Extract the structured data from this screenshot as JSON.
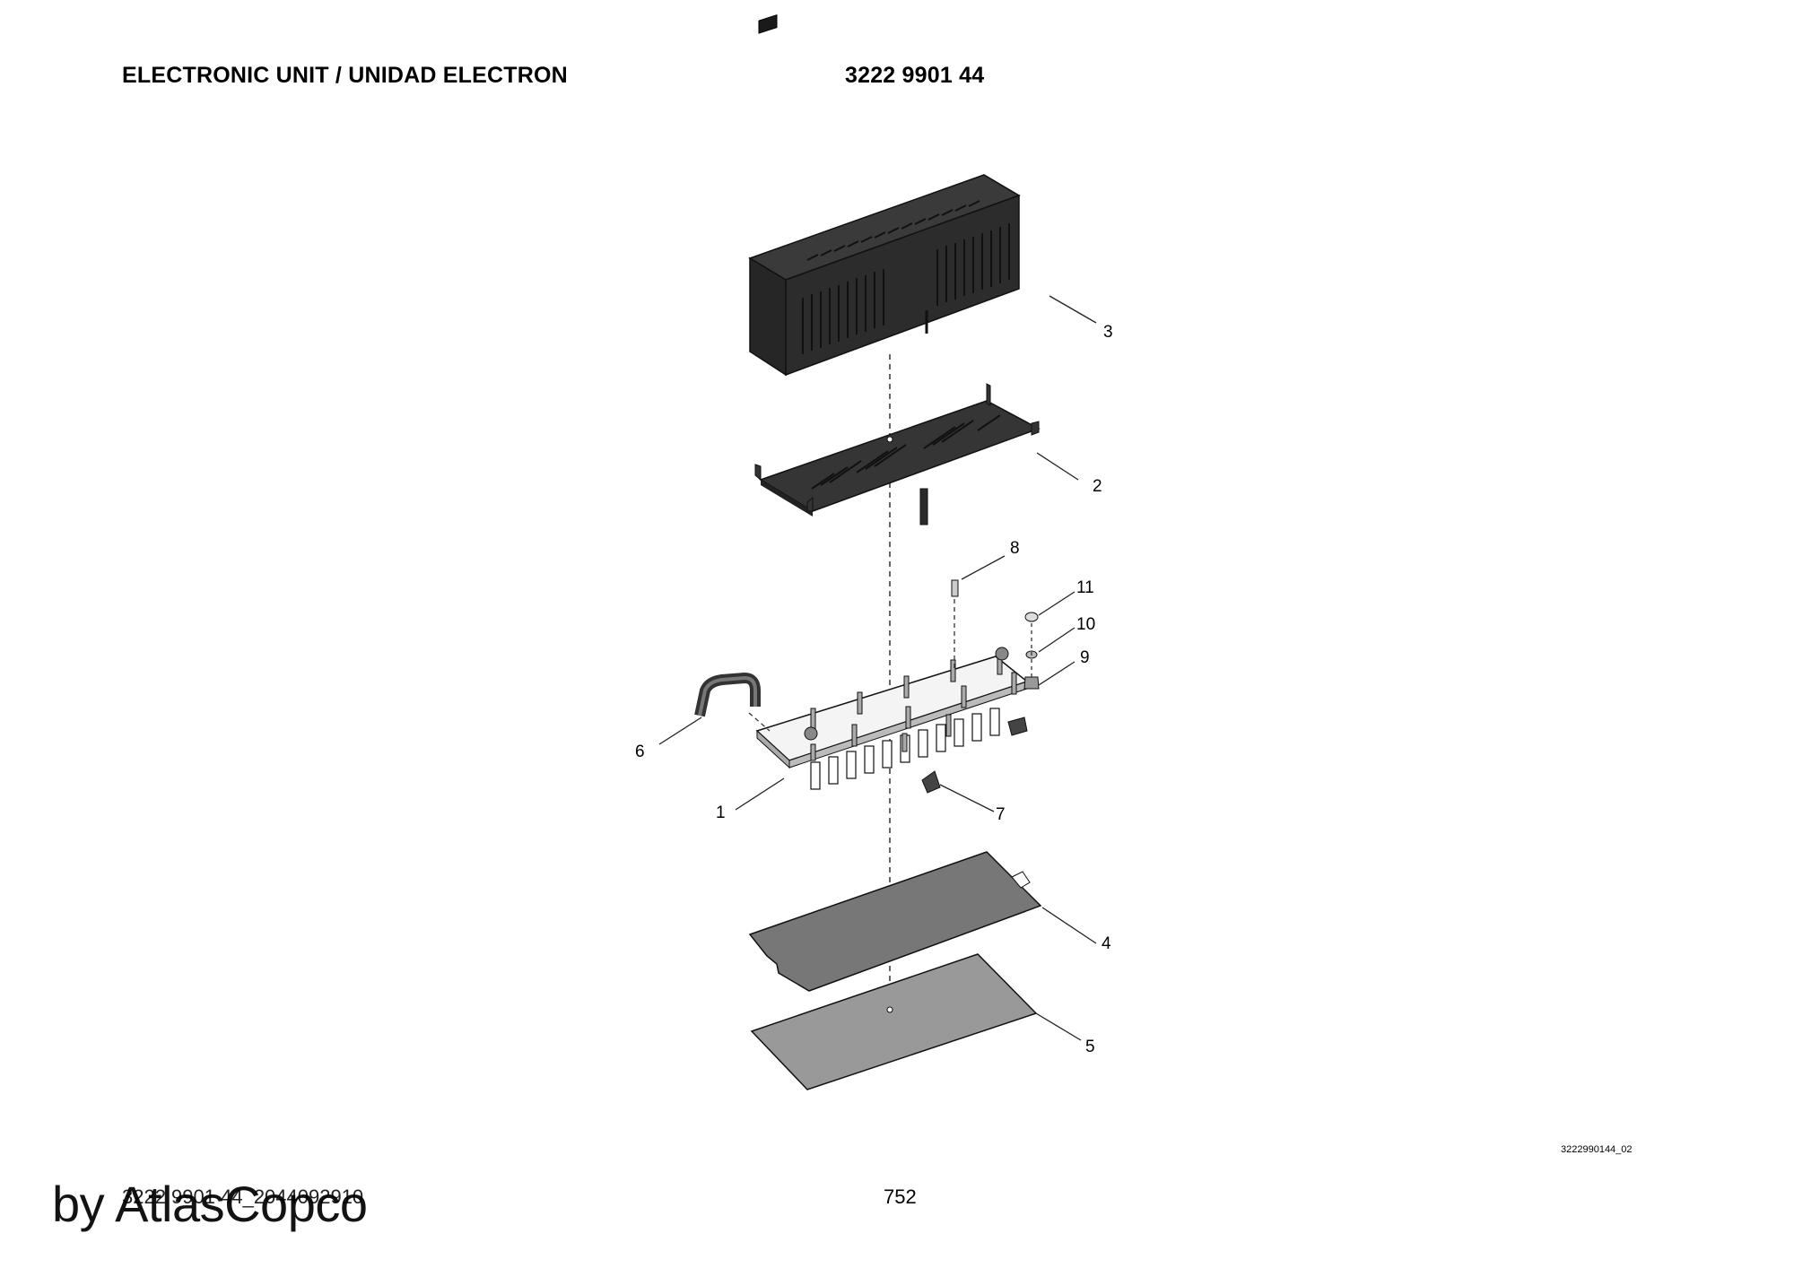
{
  "header": {
    "title": "ELECTRONIC UNIT / UNIDAD ELECTRON",
    "doc_number": "3222 9901 44"
  },
  "callouts": [
    {
      "id": "callout-1",
      "label": "1"
    },
    {
      "id": "callout-2",
      "label": "2"
    },
    {
      "id": "callout-3",
      "label": "3"
    },
    {
      "id": "callout-4",
      "label": "4"
    },
    {
      "id": "callout-5",
      "label": "5"
    },
    {
      "id": "callout-6",
      "label": "6"
    },
    {
      "id": "callout-7",
      "label": "7"
    },
    {
      "id": "callout-8",
      "label": "8"
    },
    {
      "id": "callout-9",
      "label": "9"
    },
    {
      "id": "callout-10",
      "label": "10"
    },
    {
      "id": "callout-11",
      "label": "11"
    }
  ],
  "drawing_id": "3222990144_02",
  "footer": {
    "code": "3222 9901 44_2044092910",
    "page": "752"
  },
  "watermark": "by AtlasCopco"
}
